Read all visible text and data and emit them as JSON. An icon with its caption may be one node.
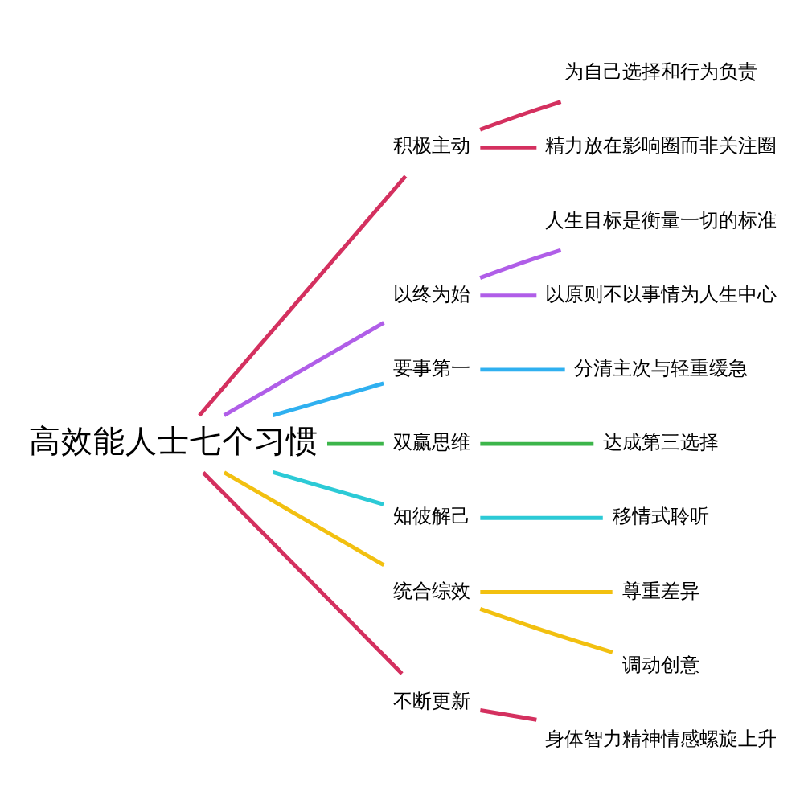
{
  "diagram": {
    "nodes": [
      {
        "text": [
          "高效能人士七个习惯"
        ]
      },
      {
        "text": [
          "积极主动"
        ]
      },
      {
        "text": [
          "为自己选择和行为负责"
        ]
      },
      {
        "text": [
          "精力放在影响圈而非关注圈"
        ]
      },
      {
        "text": [
          "以终为始"
        ]
      },
      {
        "text": [
          "人生目标是衡量一切的标准"
        ]
      },
      {
        "text": [
          "以原则不以事情为人生中心"
        ]
      },
      {
        "text": [
          "要事第一"
        ]
      },
      {
        "text": [
          "分清主次与轻重缓急"
        ]
      },
      {
        "text": [
          "双赢思维"
        ]
      },
      {
        "text": [
          "达成第三选择"
        ]
      },
      {
        "text": [
          "知彼解己"
        ]
      },
      {
        "text": [
          "移情式聆听"
        ]
      },
      {
        "text": [
          "统合综效"
        ]
      },
      {
        "text": [
          "尊重差异"
        ]
      },
      {
        "text": [
          "调动创意"
        ]
      },
      {
        "text": [
          "不断更新"
        ]
      },
      {
        "text": [
          "身体智力精神情感螺旋上升"
        ]
      }
    ],
    "edges": [
      {
        "from": 0,
        "to": 1,
        "arrow": "none",
        "color": "#d4305f"
      },
      {
        "from": 1,
        "to": 2,
        "arrow": "none",
        "color": "#d4305f"
      },
      {
        "from": 1,
        "to": 3,
        "arrow": "none",
        "color": "#d4305f"
      },
      {
        "from": 0,
        "to": 4,
        "arrow": "none",
        "color": "#b05ee8"
      },
      {
        "from": 4,
        "to": 5,
        "arrow": "none",
        "color": "#b05ee8"
      },
      {
        "from": 4,
        "to": 6,
        "arrow": "none",
        "color": "#b05ee8"
      },
      {
        "from": 0,
        "to": 7,
        "arrow": "none",
        "color": "#2fb0f0"
      },
      {
        "from": 7,
        "to": 8,
        "arrow": "none",
        "color": "#2fb0f0"
      },
      {
        "from": 0,
        "to": 9,
        "arrow": "none",
        "color": "#3cb54a"
      },
      {
        "from": 9,
        "to": 10,
        "arrow": "none",
        "color": "#3cb54a"
      },
      {
        "from": 0,
        "to": 11,
        "arrow": "none",
        "color": "#2ccad6"
      },
      {
        "from": 11,
        "to": 12,
        "arrow": "none",
        "color": "#2ccad6"
      },
      {
        "from": 0,
        "to": 13,
        "arrow": "none",
        "color": "#f2c010"
      },
      {
        "from": 13,
        "to": 14,
        "arrow": "none",
        "color": "#f2c010"
      },
      {
        "from": 13,
        "to": 15,
        "arrow": "none",
        "color": "#f2c010"
      },
      {
        "from": 0,
        "to": 16,
        "arrow": "none",
        "color": "#d4305f"
      },
      {
        "from": 16,
        "to": 17,
        "arrow": "none",
        "color": "#d4305f"
      }
    ]
  }
}
